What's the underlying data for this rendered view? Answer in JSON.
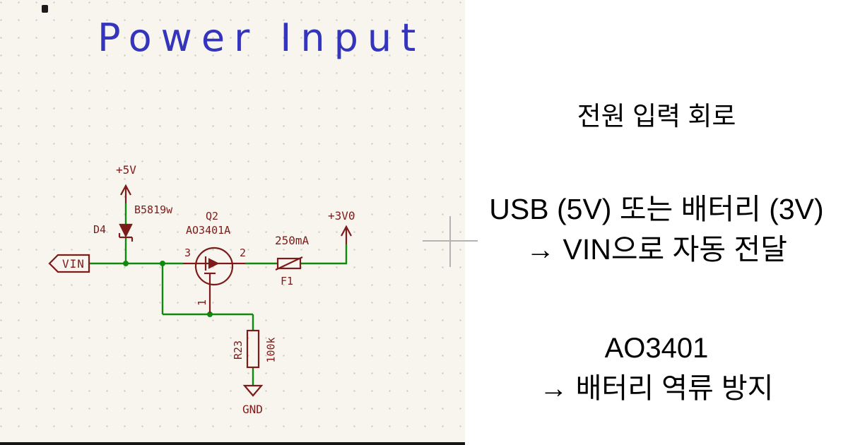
{
  "schematic": {
    "title": "Power Input",
    "net_label": "VIN",
    "power_flags": {
      "v5": "+5V",
      "v3": "+3V0",
      "gnd": "GND"
    },
    "components": {
      "d4": {
        "ref": "D4",
        "value": "B5819w"
      },
      "q2": {
        "ref": "Q2",
        "value": "AO3401A",
        "pin1": "1",
        "pin2": "2",
        "pin3": "3"
      },
      "f1": {
        "ref": "F1",
        "value": "250mA"
      },
      "r23": {
        "ref": "R23",
        "value": "100k"
      }
    },
    "colors": {
      "wire": "#0f8a0f",
      "symbol": "#7d1a1a",
      "title": "#3434bd",
      "background": "#f7f5ee"
    }
  },
  "annotation": {
    "heading": "전원 입력 회로",
    "line1": "USB (5V) 또는 배터리 (3V)",
    "line2": "→ VIN으로 자동 전달",
    "line3": "AO3401",
    "line4": "→ 배터리 역류 방지"
  }
}
